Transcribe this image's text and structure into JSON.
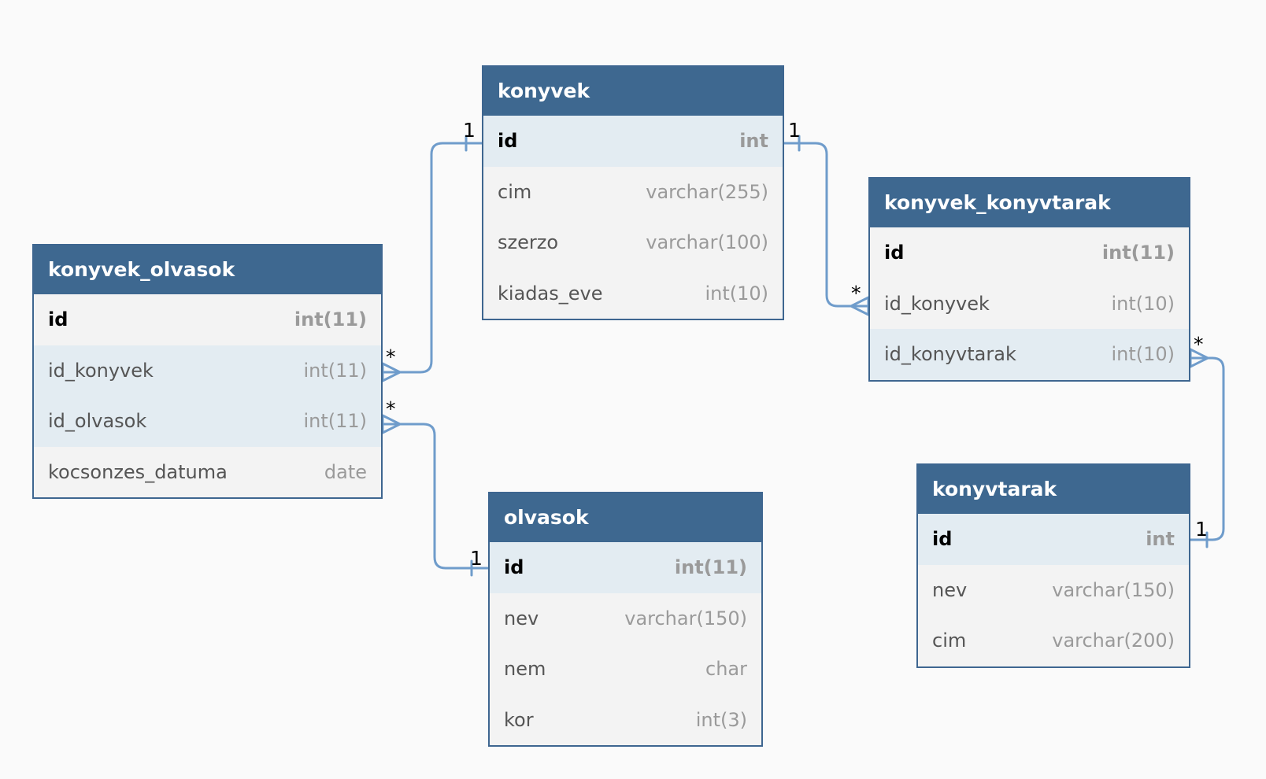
{
  "colors": {
    "header": "#3e6890",
    "border": "#3e6690",
    "row_bg": "#f3f3f3",
    "row_highlight": "#e3ecf2",
    "connector": "#6f9ccb",
    "canvas": "#fafafa"
  },
  "tables": {
    "konyvek": {
      "title": "konyvek",
      "columns": [
        {
          "name": "id",
          "type": "int"
        },
        {
          "name": "cim",
          "type": "varchar(255)"
        },
        {
          "name": "szerzo",
          "type": "varchar(100)"
        },
        {
          "name": "kiadas_eve",
          "type": "int(10)"
        }
      ]
    },
    "konyvek_olvasok": {
      "title": "konyvek_olvasok",
      "columns": [
        {
          "name": "id",
          "type": "int(11)"
        },
        {
          "name": "id_konyvek",
          "type": "int(11)"
        },
        {
          "name": "id_olvasok",
          "type": "int(11)"
        },
        {
          "name": "kocsonzes_datuma",
          "type": "date"
        }
      ]
    },
    "konyvek_konyvtarak": {
      "title": "konyvek_konyvtarak",
      "columns": [
        {
          "name": "id",
          "type": "int(11)"
        },
        {
          "name": "id_konyvek",
          "type": "int(10)"
        },
        {
          "name": "id_konyvtarak",
          "type": "int(10)"
        }
      ]
    },
    "olvasok": {
      "title": "olvasok",
      "columns": [
        {
          "name": "id",
          "type": "int(11)"
        },
        {
          "name": "nev",
          "type": "varchar(150)"
        },
        {
          "name": "nem",
          "type": "char"
        },
        {
          "name": "kor",
          "type": "int(3)"
        }
      ]
    },
    "konyvtarak": {
      "title": "konyvtarak",
      "columns": [
        {
          "name": "id",
          "type": "int"
        },
        {
          "name": "nev",
          "type": "varchar(150)"
        },
        {
          "name": "cim",
          "type": "varchar(200)"
        }
      ]
    }
  },
  "relations": {
    "konyvek_to_konyvek_olvasok": {
      "one": "1",
      "many": "*"
    },
    "olvasok_to_konyvek_olvasok": {
      "one": "1",
      "many": "*"
    },
    "konyvek_to_konyvek_konyvtarak": {
      "one": "1",
      "many": "*"
    },
    "konyvtarak_to_konyvek_konyvtarak": {
      "one": "1",
      "many": "*"
    }
  }
}
